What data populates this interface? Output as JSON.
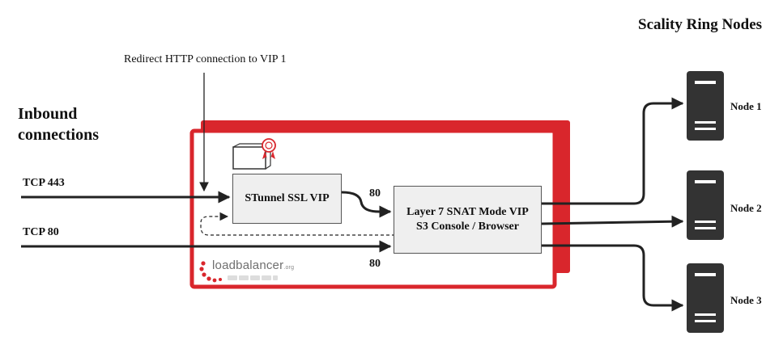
{
  "diagram": {
    "title": "Scality Ring Nodes",
    "inbound_label": [
      "Inbound",
      "connections"
    ],
    "redirect_note": "Redirect HTTP connection to VIP 1",
    "inputs": [
      {
        "label": "TCP 443"
      },
      {
        "label": "TCP 80"
      }
    ],
    "stunnel_box": {
      "label": "STunnel SSL VIP"
    },
    "l7_box": {
      "line1": "Layer 7 SNAT Mode VIP",
      "line2": "S3 Console / Browser"
    },
    "port_labels": [
      "80",
      "80"
    ],
    "nodes": [
      {
        "label": "Node 1"
      },
      {
        "label": "Node 2"
      },
      {
        "label": "Node 3"
      }
    ],
    "logo": {
      "text": "loadbalancer",
      "tld": ".org"
    },
    "colors": {
      "appliance_red": "#d9262c",
      "box_fill": "#efefef",
      "line": "#222222",
      "server": "#333333"
    }
  }
}
